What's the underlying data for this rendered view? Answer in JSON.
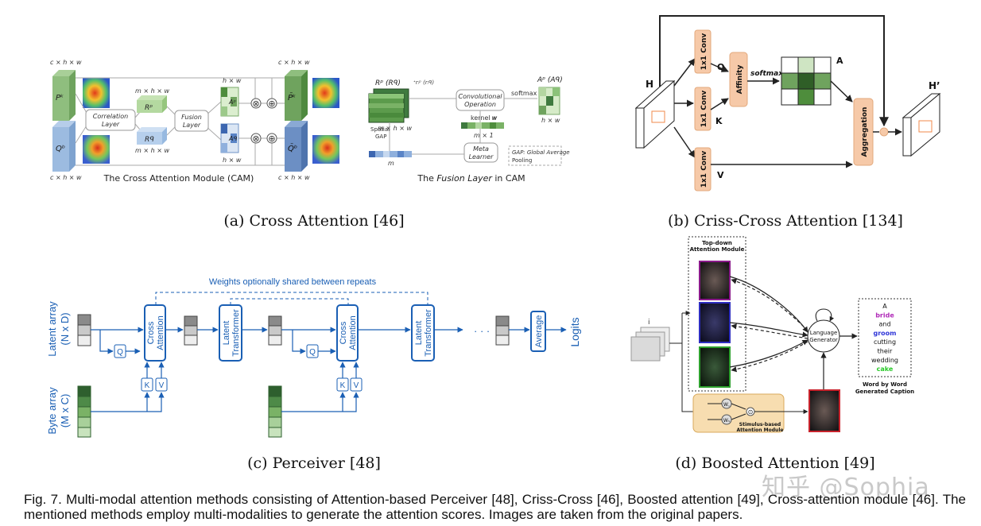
{
  "panels": {
    "a": {
      "caption": "(a) Cross Attention [46]",
      "cam_title": "The Cross Attention Module (CAM)",
      "fusion_title_pre": "The ",
      "fusion_title_em": "Fusion Layer",
      "fusion_title_post": " in CAM",
      "dims": {
        "chw": "c × h × w",
        "mhw": "m × h × w",
        "hw": "h × w",
        "m1": "m × 1",
        "m": "m"
      },
      "blocks": {
        "correlation": [
          "Correlation",
          "Layer"
        ],
        "fusion": [
          "Fusion",
          "Layer"
        ],
        "conv": [
          "Convolutional",
          "Operation"
        ],
        "meta": [
          "Meta",
          "Learner"
        ]
      },
      "symbols": {
        "pk": "Pᵏ",
        "qb": "Qᵇ",
        "rp": "Rᵖ",
        "rq": "Rᑫ",
        "ap": "Aᵖ",
        "aq": "Aᑫ",
        "pk_out": "P̄ᵏ",
        "qb_out": "Q̄ᵇ",
        "rp_rq": "Rᵖ (Rᑫ)",
        "ap_aq": "Aᵖ (Aᑫ)",
        "rtp": "ᐩrᵢᵖ (rᵢᑫ)"
      },
      "labels": {
        "softmax": "softmax",
        "kernel": "kernel 𝒘",
        "spatial": "Spatial",
        "gap": "GAP",
        "gap_note1": "GAP: Global Average",
        "gap_note2": "Pooling",
        "otimes": "⊗",
        "oplus": "⊕"
      }
    },
    "b": {
      "caption": "(b) Criss-Cross Attention [134]",
      "labels": {
        "H": "H",
        "Hp": "H’",
        "Q": "Q",
        "K": "K",
        "V": "V",
        "A": "A",
        "softmax": "softmax",
        "conv": "1x1 Conv",
        "affinity": "Affinity",
        "aggregation": "Aggregation"
      }
    },
    "c": {
      "caption": "(c) Perceiver [48]",
      "weights_note": "Weights optionally shared between repeats",
      "latent": [
        "Latent array",
        "(N x D)"
      ],
      "byte": [
        "Byte array",
        "(M x C)"
      ],
      "cross": [
        "Cross",
        "Attention"
      ],
      "transformer": [
        "Latent",
        "Transformer"
      ],
      "q": "Q",
      "k": "K",
      "v": "V",
      "average": "Average",
      "logits": "Logits",
      "ellipsis": "· · ·"
    },
    "d": {
      "caption": "(d) Boosted Attention [49]",
      "topdown": [
        "Top-down",
        "Attention Module"
      ],
      "generator": [
        "Language",
        "Generator"
      ],
      "stimulus": [
        "Stimulus-based",
        "Attention Module"
      ],
      "wc": "W꜀",
      "ws": "Wₛ",
      "dot": "⊙",
      "words": [
        "A",
        "bride",
        "and",
        "groom",
        "cutting",
        "their",
        "wedding",
        "cake"
      ],
      "word_colors": [
        "#111111",
        "#b02ab8",
        "#111111",
        "#3037d8",
        "#111111",
        "#111111",
        "#111111",
        "#29c929"
      ],
      "caption_label": [
        "Word by Word",
        "Generated Caption"
      ]
    }
  },
  "figure_caption": "Fig. 7. Multi-modal attention methods consisting of Attention-based Perceiver [48], Criss-Cross [46], Boosted attention [49], Cross-attention module [46]. The mentioned methods employ multi-modalities to generate the attention scores. Images are taken from the original papers.",
  "watermark": "知乎 @Sophia",
  "colors": {
    "perceiver_blue": "#1a5fb4",
    "latent_gray": "#8a8a8a",
    "byte_green": "#3f7a3f",
    "conv_orange": "#f6c9a8",
    "affinity_green": "#4e8d3c",
    "caption_box": "#f7ddb0"
  }
}
